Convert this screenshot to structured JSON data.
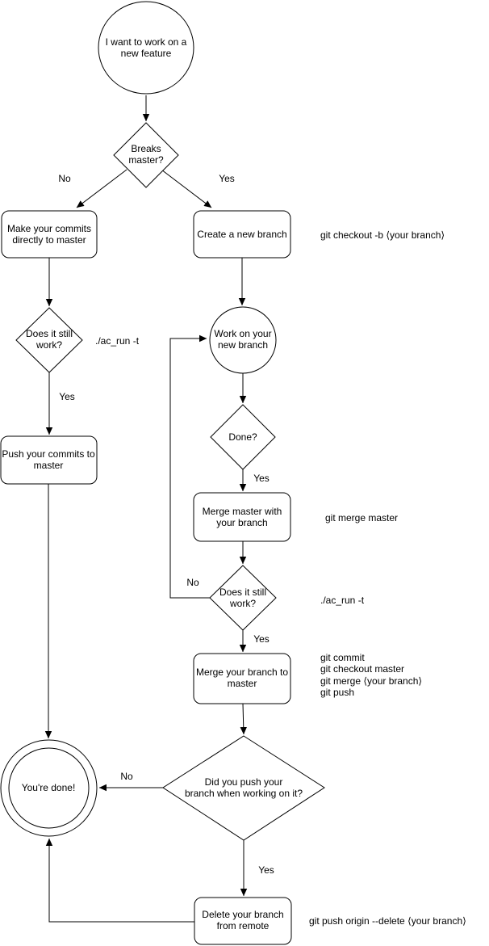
{
  "colors": {
    "stroke": "#000000",
    "fill": "#ffffff",
    "text": "#000000",
    "background": "#ffffff"
  },
  "nodes": {
    "start": {
      "type": "circle",
      "label": "I want to work on a\nnew feature"
    },
    "breaks_master": {
      "type": "decision",
      "label": "Breaks\nmaster?"
    },
    "make_commits": {
      "type": "process",
      "label": "Make your commits\ndirectly to master"
    },
    "create_branch": {
      "type": "process",
      "label": "Create a new branch"
    },
    "still_work_1": {
      "type": "decision",
      "label": "Does it still\nwork?"
    },
    "push_commits": {
      "type": "process",
      "label": "Push your commits to\nmaster"
    },
    "work_branch": {
      "type": "circle",
      "label": "Work on your\nnew branch"
    },
    "done_q": {
      "type": "decision",
      "label": "Done?"
    },
    "merge_master": {
      "type": "process",
      "label": "Merge master with\nyour branch"
    },
    "still_work_2": {
      "type": "decision",
      "label": "Does it still\nwork?"
    },
    "merge_branch": {
      "type": "process",
      "label": "Merge your branch to\nmaster"
    },
    "did_push": {
      "type": "decision",
      "label": "Did you push your\nbranch when working on it?"
    },
    "youre_done": {
      "type": "terminal",
      "label": "You're done!"
    },
    "delete_branch": {
      "type": "process",
      "label": "Delete your branch\nfrom remote"
    }
  },
  "edge_labels": {
    "breaks_no": "No",
    "breaks_yes": "Yes",
    "still1_yes": "Yes",
    "done_yes": "Yes",
    "still2_no": "No",
    "still2_yes": "Yes",
    "did_push_no": "No",
    "did_push_yes": "Yes"
  },
  "commands": {
    "checkout": "git checkout -b ⟨your branch⟩",
    "ac_run_1": "./ac_run -t",
    "merge_master": "git merge master",
    "ac_run_2": "./ac_run -t",
    "merge_block": [
      "git commit",
      "git checkout master",
      "git merge ⟨your branch⟩",
      "git push"
    ],
    "delete_remote": "git push origin --delete ⟨your branch⟩"
  }
}
